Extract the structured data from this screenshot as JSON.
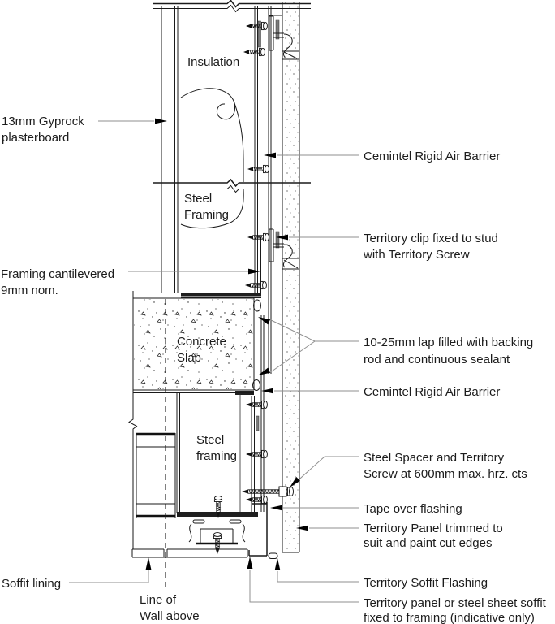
{
  "drawing": {
    "type": "construction-detail-section",
    "colors": {
      "line": "#1a1a1a",
      "leader": "#8f8f8f",
      "clip_fill": "#7a7a7a",
      "background": "#ffffff",
      "text": "#1c1c1c"
    },
    "materials": {
      "insulation": "Insulation",
      "steel_framing_upper": [
        "Steel",
        "Framing"
      ],
      "concrete_slab": [
        "Concrete",
        "Slab"
      ],
      "steel_framing_lower": [
        "Steel",
        "framing"
      ]
    },
    "callouts_left": {
      "gyprock": [
        "13mm Gyprock",
        "plasterboard"
      ],
      "cantilever": [
        "Framing cantilevered",
        "9mm nom."
      ],
      "soffit_lining": "Soffit lining",
      "wall_line": [
        "Line of",
        "Wall above"
      ]
    },
    "callouts_right": {
      "air_barrier_top": "Cemintel Rigid Air Barrier",
      "territory_clip": [
        "Territory clip fixed to stud",
        "with Territory Screw"
      ],
      "lap": [
        "10-25mm lap filled with backing",
        "rod and continuous sealant"
      ],
      "air_barrier_mid": "Cemintel Rigid Air Barrier",
      "spacer": [
        "Steel Spacer and Territory",
        "Screw at 600mm max. hrz. cts"
      ],
      "tape": "Tape over flashing",
      "panel_trimmed": [
        "Territory Panel trimmed to",
        "suit and paint cut edges"
      ],
      "soffit_flashing": "Territory Soffit Flashing",
      "soffit_panel": [
        "Territory panel or steel sheet soffit",
        "fixed to framing (indicative only)"
      ]
    }
  }
}
